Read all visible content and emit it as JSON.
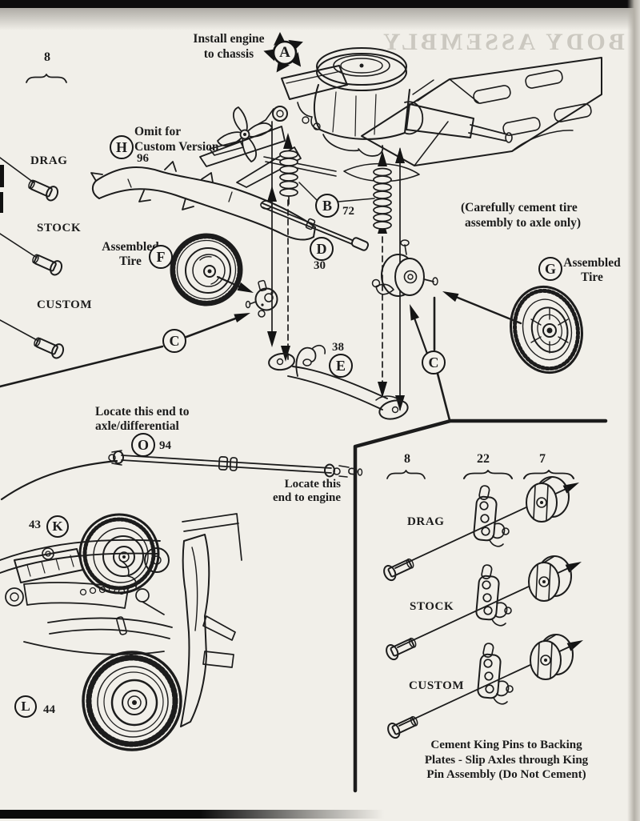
{
  "page": {
    "ghost_text": "BODY ASSEMBLY"
  },
  "axle_group": {
    "count": "8",
    "drag": "DRAG",
    "stock": "STOCK",
    "custom": "CUSTOM"
  },
  "engine_step": {
    "letter": "A",
    "note_line1": "Install engine",
    "note_line2": "to chassis"
  },
  "crossmember_step": {
    "letter": "H",
    "note_line1": "Omit for",
    "note_line2": "Custom Version",
    "part_number": "96"
  },
  "spring_step": {
    "letter": "B",
    "part_number": "72"
  },
  "tie_rod_step": {
    "letter": "D",
    "part_number": "30"
  },
  "lower_arm_step": {
    "letter": "E",
    "part_number": "38"
  },
  "spindle_step": {
    "letter_left": "C",
    "letter_right": "C"
  },
  "tire_left": {
    "letter": "F",
    "label_line1": "Assembled",
    "label_line2": "Tire"
  },
  "tire_right": {
    "letter": "G",
    "label_line1": "Assembled",
    "label_line2": "Tire"
  },
  "tire_note": {
    "line1": "(Carefully cement tire",
    "line2": "assembly to axle only)"
  },
  "driveshaft_step": {
    "letter": "O",
    "part_number": "94",
    "left_note_line1": "Locate this end to",
    "left_note_line2": "axle/differential",
    "right_note_line1": "Locate this",
    "right_note_line2": "end to engine"
  },
  "front_clip_step": {
    "letter": "K",
    "part_number": "43"
  },
  "chassis_step": {
    "letter": "L",
    "part_number": "44"
  },
  "kingpin_panel": {
    "count_axles": "8",
    "count_kingpins": "22",
    "count_drums": "7",
    "row_drag": "DRAG",
    "row_stock": "STOCK",
    "row_custom": "CUSTOM",
    "note_line1": "Cement King Pins to Backing",
    "note_line2": "Plates - Slip Axles through King",
    "note_line3": "Pin Assembly (Do Not Cement)"
  }
}
